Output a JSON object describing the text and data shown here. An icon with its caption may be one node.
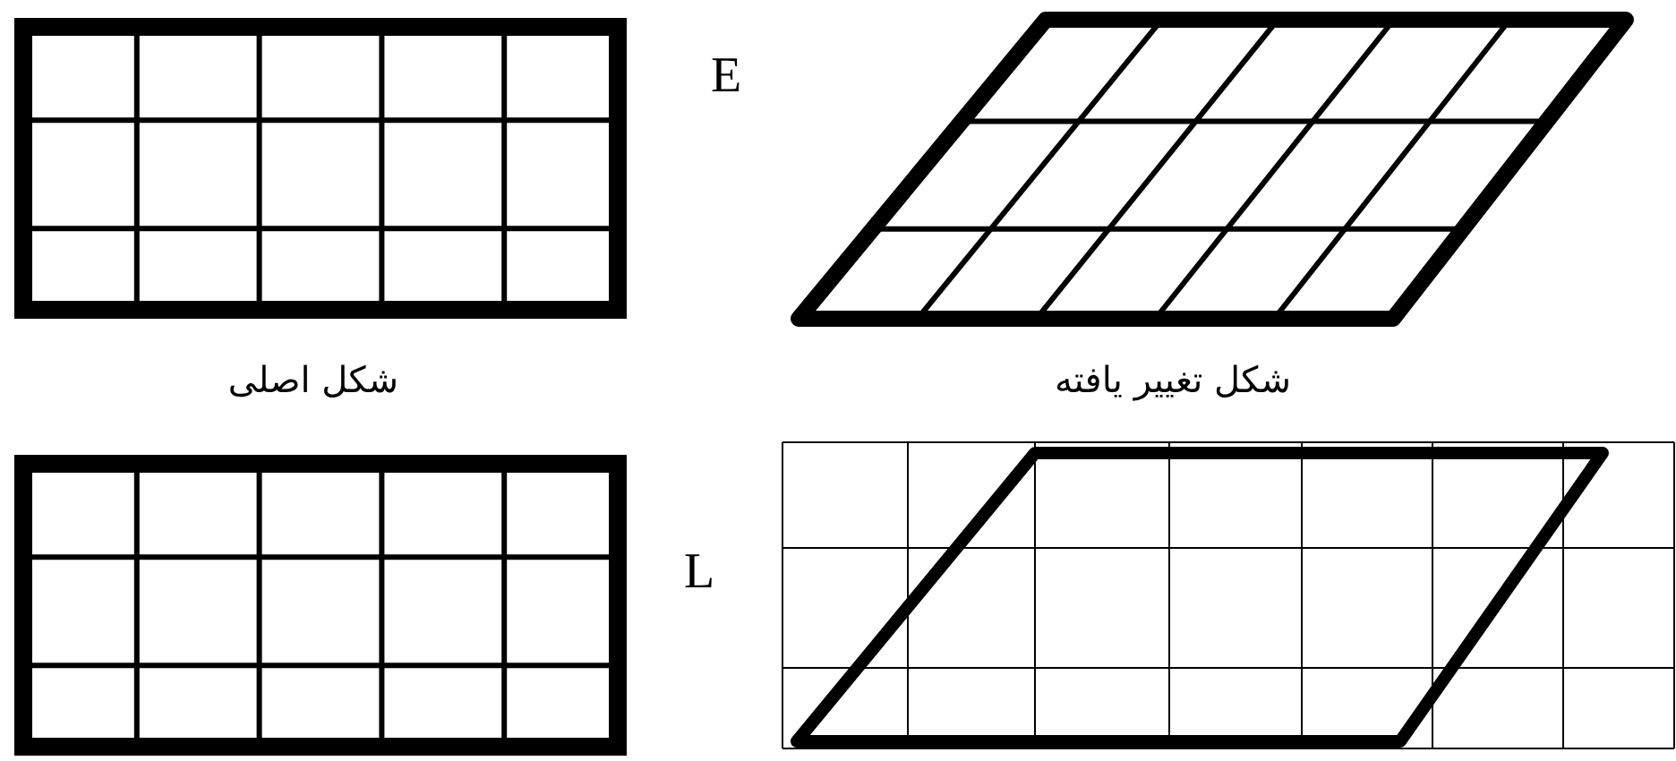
{
  "diagram": {
    "labels": [
      "E",
      "شکل اصلی",
      "شکل تغییر یافته",
      "L"
    ]
  }
}
